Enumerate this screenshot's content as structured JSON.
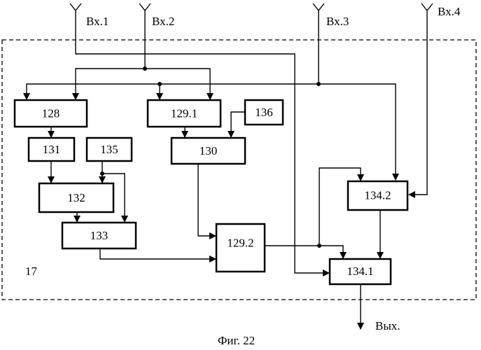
{
  "inputs": [
    "Вх.1",
    "Вх.2",
    "Вх.3",
    "Вх.4"
  ],
  "output": "Вых.",
  "module_label": "17",
  "caption": "Фиг. 22",
  "blocks": {
    "b128": "128",
    "b129_1": "129.1",
    "b136": "136",
    "b131": "131",
    "b135": "135",
    "b130": "130",
    "b132": "132",
    "b133": "133",
    "b129_2": "129.2",
    "b134_2": "134.2",
    "b134_1": "134.1"
  }
}
